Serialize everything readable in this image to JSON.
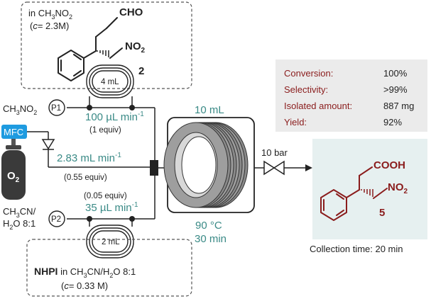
{
  "top_box": {
    "solvent_line": "in CH3NO2",
    "conc_line": "(c= 2.3M)",
    "cho_group": "CHO",
    "no2_group": "NO2",
    "compound_number": "2"
  },
  "pump1": {
    "label": "P1",
    "feed": "CH3NO2",
    "coil_volume": "4 mL",
    "flow_rate": "100 µL min-1",
    "equiv": "(1 equiv)"
  },
  "gas": {
    "controller": "MFC",
    "gas_label": "O2",
    "flow_rate": "2.83 mL min-1",
    "equiv": "(0.55 equiv)"
  },
  "pump2": {
    "label": "P2",
    "feed_line1": "CH3CN/",
    "feed_line2": "H2O 8:1",
    "coil_volume": "2 mL",
    "flow_rate": "35 µL min-1",
    "equiv": "(0.05 equiv)"
  },
  "bottom_box": {
    "reagent": "NHPI",
    "solvent": "in CH3CN/H2O 8:1",
    "conc_line": "(c= 0.33 M)"
  },
  "reactor": {
    "volume": "10 mL",
    "temperature": "90 °C",
    "time": "30 min"
  },
  "bpr": {
    "pressure": "10 bar"
  },
  "results": [
    {
      "label": "Conversion:",
      "value": "100%"
    },
    {
      "label": "Selectivity:",
      "value": ">99%"
    },
    {
      "label": "Isolated amount:",
      "value": "887 mg"
    },
    {
      "label": "Yield:",
      "value": "92%"
    }
  ],
  "product": {
    "cooh_group": "COOH",
    "no2_group": "NO2",
    "compound_number": "5",
    "collection": "Collection time: 20 min"
  },
  "colors": {
    "teal": "#3a8a86",
    "product_red": "#8a1c1c",
    "mfc_blue": "#1e9be0",
    "product_bg": "#e6f0f0",
    "results_bg": "#ebebeb"
  }
}
